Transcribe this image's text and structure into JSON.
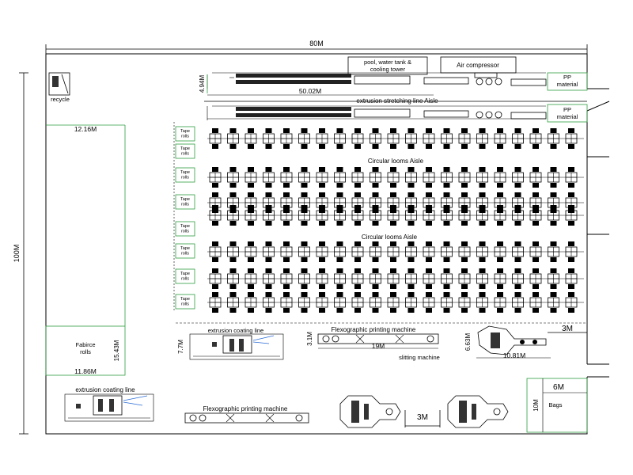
{
  "dims": {
    "width_total": "80M",
    "length_total": "100M",
    "stretch_line_height": "4.94M",
    "stretch_line_length": "50.02M",
    "storage_width": "12.16M",
    "fabric_depth": "15.43M",
    "fabric_width": "11.86M",
    "coating_height": "7.7M",
    "flexo_height": "3.1M",
    "flexo_length": "19M",
    "slit_height": "6.63M",
    "slit_width": "10.81M",
    "top_right_3m": "3M",
    "bags_width": "6M",
    "bags_length": "10M",
    "bottom_3m": "3M"
  },
  "labels": {
    "pool": "pool, water tank &\ncooling tower",
    "air": "Air compressor",
    "pp": "PP\nmaterial",
    "recycle": "recycle",
    "stretch_aisle": "extrusion stretching line Aisle",
    "loom_aisle": "Circular looms Aisle",
    "tape_rolls": "Tape\nrolls",
    "fabric_rolls": "Fabirce\nrolls",
    "coating_line": "extrusion coating line",
    "flexo": "Flexographic printing machine",
    "slitting": "slitting machine",
    "bags": "Bags"
  },
  "colors": {
    "line": "#000000",
    "green": "#2e9e3f",
    "blue": "#2a6cd6"
  },
  "loom_grid": {
    "columns": 21,
    "rows": 7
  }
}
